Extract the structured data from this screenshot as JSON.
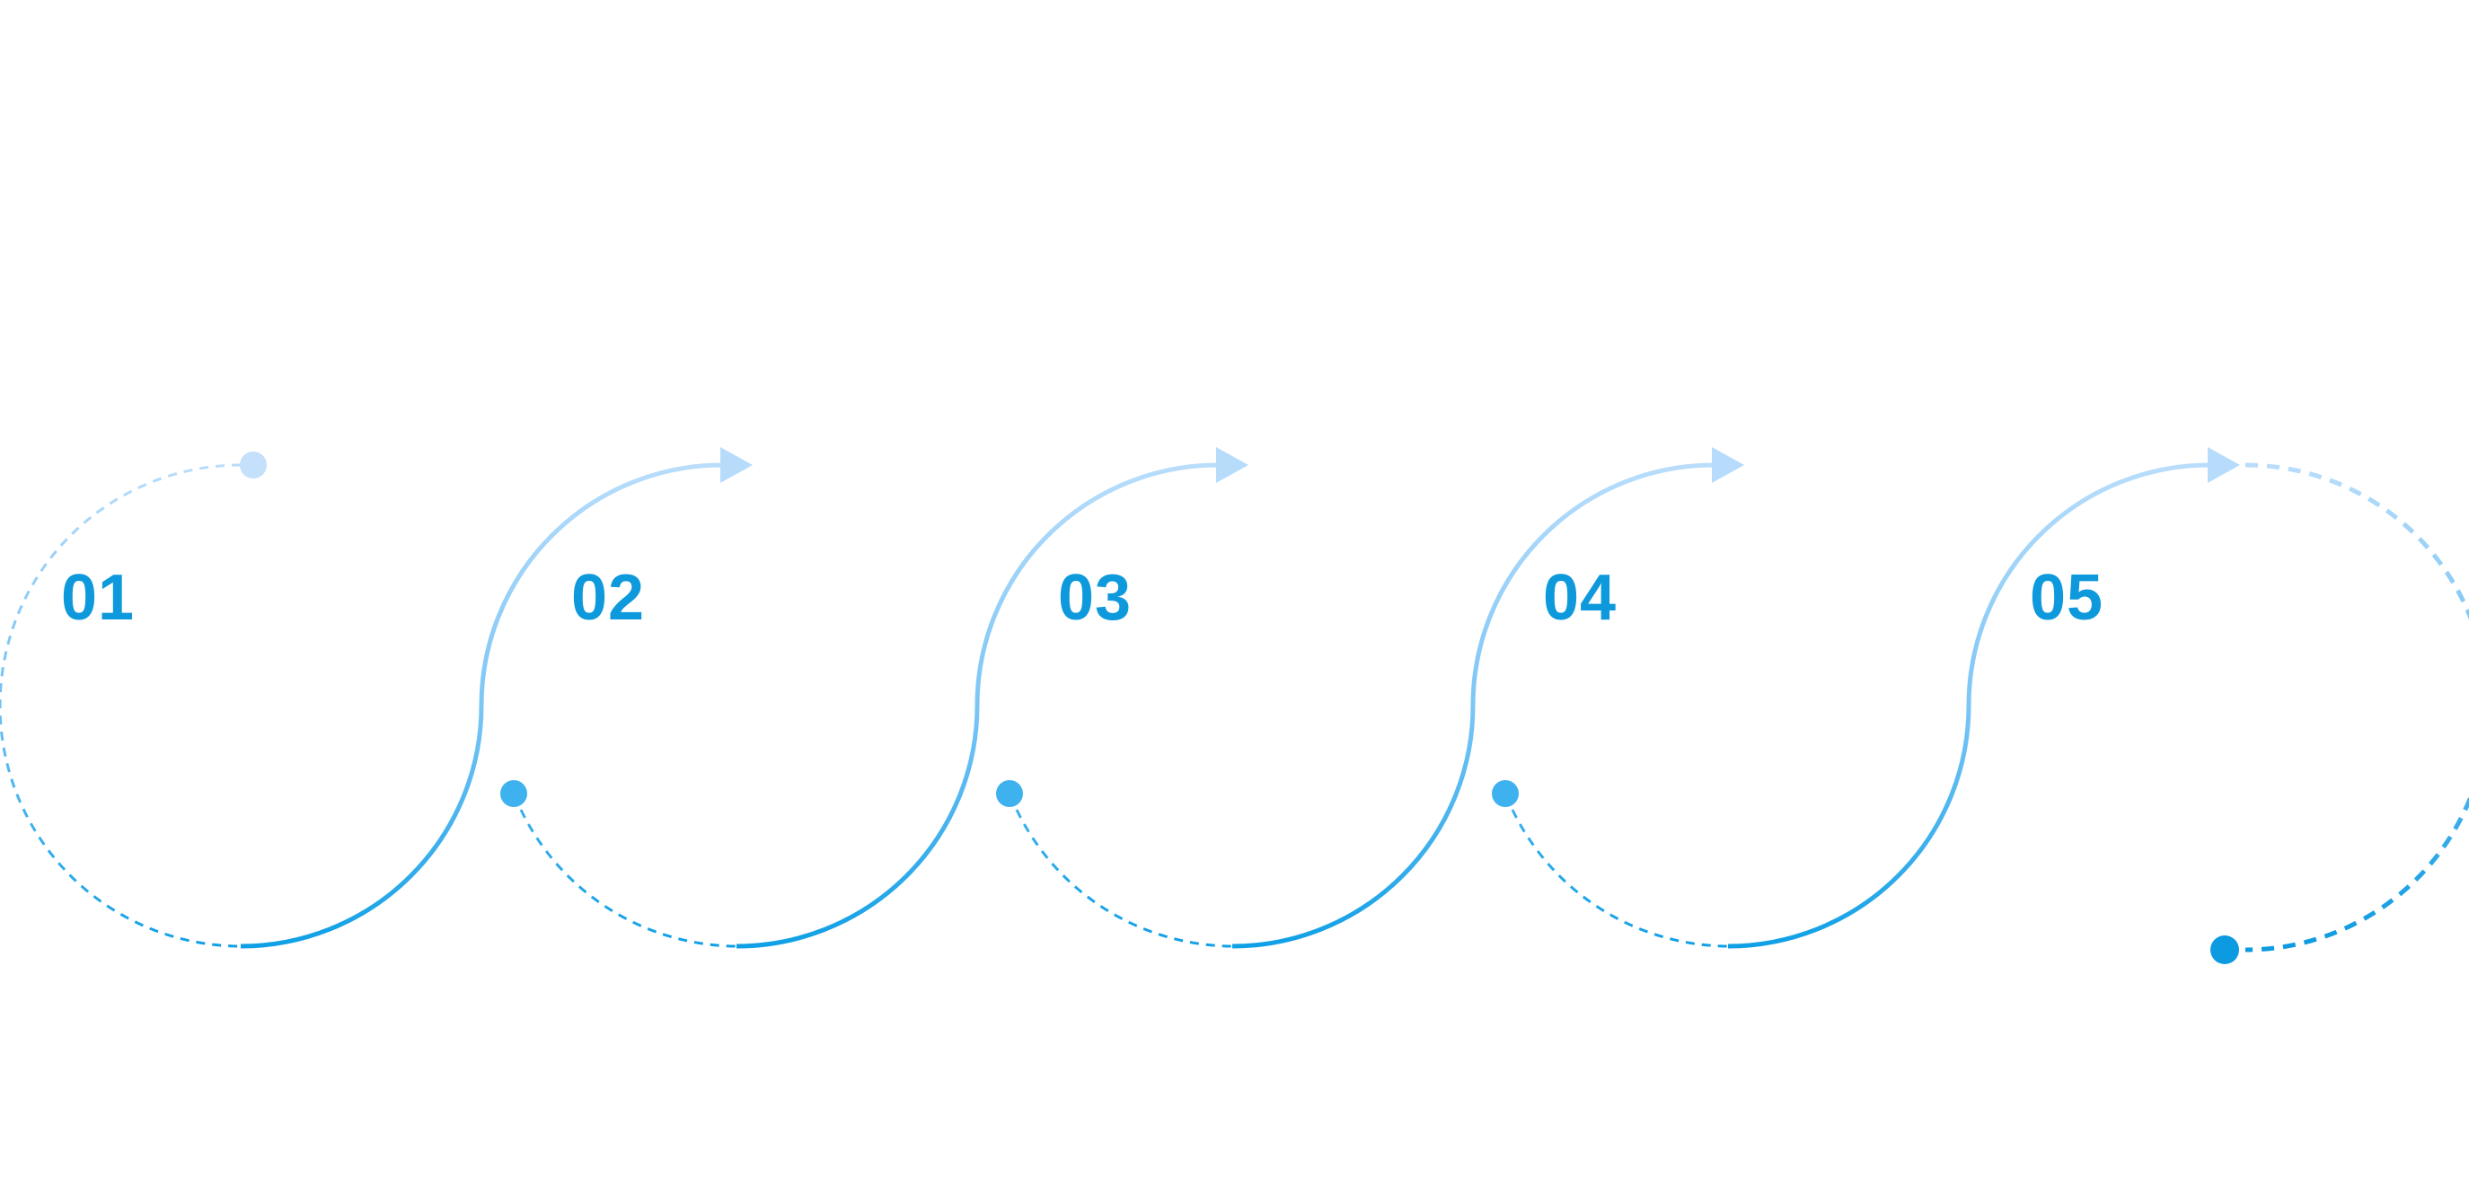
{
  "steps": [
    {
      "number": "01"
    },
    {
      "number": "02"
    },
    {
      "number": "03"
    },
    {
      "number": "04"
    },
    {
      "number": "05"
    }
  ],
  "colors": {
    "number_text": "#0d99db",
    "dark_blue": "#10a0e6",
    "mid_blue": "#3eb1ef",
    "light_blue": "#b7dcfb",
    "pale_dot": "#c4e0fb",
    "end_dot": "#0c9ae0"
  },
  "icons": {
    "arrowhead": "triangle-arrow-icon",
    "start_dot": "circle-dot-icon",
    "end_dot": "circle-dot-icon"
  }
}
